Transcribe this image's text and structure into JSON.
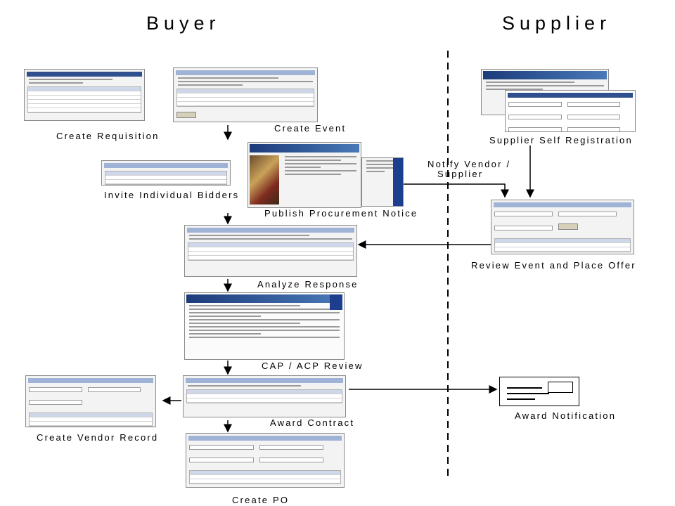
{
  "headers": {
    "buyer": "Buyer",
    "supplier": "Supplier"
  },
  "buyer_steps": {
    "create_requisition": "Create Requisition",
    "create_event": "Create Event",
    "invite_bidders": "Invite Individual Bidders",
    "publish_notice": "Publish Procurement Notice",
    "analyze_response": "Analyze Response",
    "cap_acp_review": "CAP / ACP Review",
    "award_contract": "Award Contract",
    "create_vendor_record": "Create Vendor Record",
    "create_po": "Create PO"
  },
  "supplier_steps": {
    "self_registration": "Supplier Self Registration",
    "notify_line1": "Notify Vendor /",
    "notify_line2": "Supplier",
    "review_event": "Review Event and Place Offer",
    "award_notification": "Award Notification"
  },
  "colors": {
    "line": "#000000",
    "thumbnail_header": "#2f4f8f"
  }
}
